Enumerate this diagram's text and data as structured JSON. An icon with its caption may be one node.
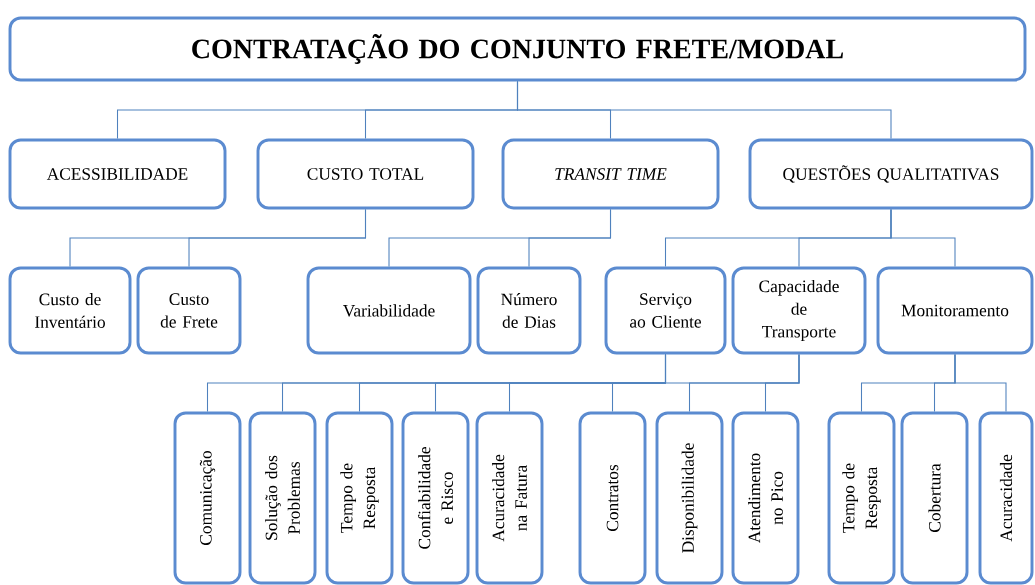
{
  "diagram": {
    "nodes": [
      {
        "text": [
          "CONTRATAÇÃO DO CONJUNTO FRETE/MODAL"
        ]
      },
      {
        "text": [
          "ACESSIBILIDADE"
        ]
      },
      {
        "text": [
          "CUSTO TOTAL"
        ]
      },
      {
        "text": [
          "*TRANSIT TIME*"
        ]
      },
      {
        "text": [
          "QUESTÕES QUALITATIVAS"
        ]
      },
      {
        "text": [
          "Custo de Inventário"
        ]
      },
      {
        "text": [
          "Custo de Frete"
        ]
      },
      {
        "text": [
          "Variabilidade"
        ]
      },
      {
        "text": [
          "Número de Dias"
        ]
      },
      {
        "text": [
          "Serviço ao Cliente"
        ]
      },
      {
        "text": [
          "Capacidade de Transporte"
        ]
      },
      {
        "text": [
          "Monitoramento"
        ]
      },
      {
        "text": [
          "Comunicação"
        ]
      },
      {
        "text": [
          "Solução dos Problemas"
        ]
      },
      {
        "text": [
          "Tempo de Resposta"
        ]
      },
      {
        "text": [
          "Confiabilidade e Risco"
        ]
      },
      {
        "text": [
          "Acuracidade na Fatura"
        ]
      },
      {
        "text": [
          "Contratos"
        ]
      },
      {
        "text": [
          "Disponibilidade"
        ]
      },
      {
        "text": [
          "Atendimento no Pico"
        ]
      },
      {
        "text": [
          "Tempo de Resposta"
        ]
      },
      {
        "text": [
          "Cobertura"
        ]
      },
      {
        "text": [
          "Acuracidade"
        ]
      }
    ],
    "edges": [
      {
        "from": 0,
        "to": 1,
        "arrow": "none"
      },
      {
        "from": 0,
        "to": 2,
        "arrow": "none"
      },
      {
        "from": 0,
        "to": 3,
        "arrow": "none"
      },
      {
        "from": 0,
        "to": 4,
        "arrow": "none"
      },
      {
        "from": 2,
        "to": 5,
        "arrow": "none"
      },
      {
        "from": 2,
        "to": 6,
        "arrow": "none"
      },
      {
        "from": 3,
        "to": 7,
        "arrow": "none"
      },
      {
        "from": 3,
        "to": 8,
        "arrow": "none"
      },
      {
        "from": 4,
        "to": 9,
        "arrow": "none"
      },
      {
        "from": 4,
        "to": 10,
        "arrow": "none"
      },
      {
        "from": 4,
        "to": 11,
        "arrow": "none"
      },
      {
        "from": 9,
        "to": 12,
        "arrow": "none"
      },
      {
        "from": 9,
        "to": 13,
        "arrow": "none"
      },
      {
        "from": 9,
        "to": 14,
        "arrow": "none"
      },
      {
        "from": 9,
        "to": 15,
        "arrow": "none"
      },
      {
        "from": 9,
        "to": 16,
        "arrow": "none"
      },
      {
        "from": 10,
        "to": 17,
        "arrow": "none"
      },
      {
        "from": 10,
        "to": 18,
        "arrow": "none"
      },
      {
        "from": 10,
        "to": 19,
        "arrow": "none"
      },
      {
        "from": 11,
        "to": 20,
        "arrow": "none"
      },
      {
        "from": 11,
        "to": 21,
        "arrow": "none"
      },
      {
        "from": 11,
        "to": 22,
        "arrow": "none"
      }
    ]
  }
}
